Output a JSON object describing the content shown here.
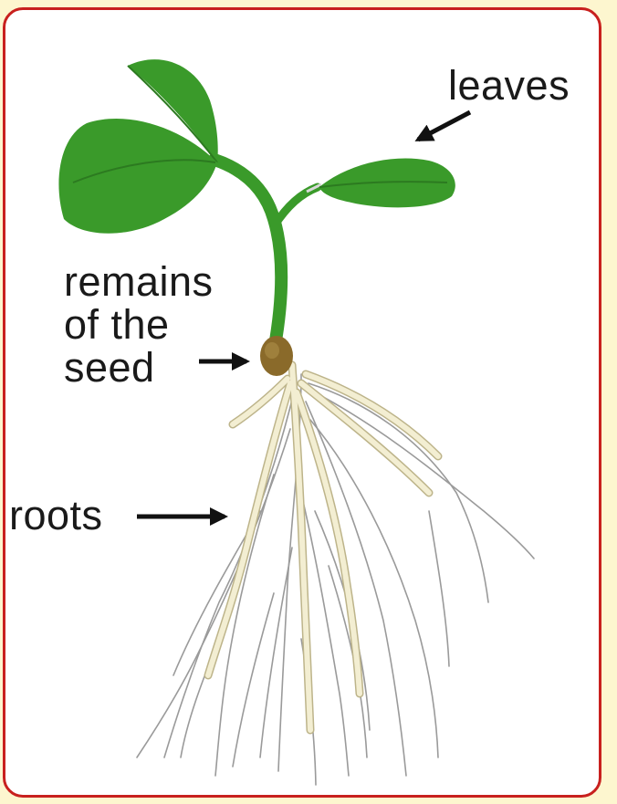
{
  "labels": {
    "leaves": "leaves",
    "seed_line1": "remains",
    "seed_line2": "of the",
    "seed_line3": "seed",
    "roots": "roots"
  },
  "colors": {
    "background": "#fdf6cf",
    "card": "#ffffff",
    "border": "#c8201e",
    "leaf": "#3a9a2a",
    "leaf_dark": "#2c7a20",
    "seed": "#8a6a2a",
    "root": "#f3eed2",
    "root_outline": "#bdb48a",
    "fine_root": "#9a9a9a",
    "arrow": "#111111"
  },
  "icons": {
    "plant": "seedling-illustration",
    "arrow": "arrow-icon"
  }
}
